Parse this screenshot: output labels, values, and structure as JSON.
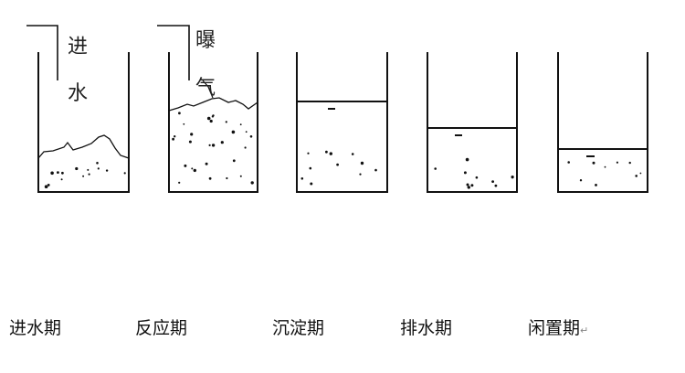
{
  "annotations": {
    "inflow_chars": [
      "进",
      "水"
    ],
    "aeration_chars": [
      "曝",
      "气"
    ]
  },
  "stages": [
    {
      "label": "进水期"
    },
    {
      "label": "反应期"
    },
    {
      "label": "沉淀期"
    },
    {
      "label": "排水期"
    },
    {
      "label": "闲置期",
      "suffix": "↵"
    }
  ]
}
